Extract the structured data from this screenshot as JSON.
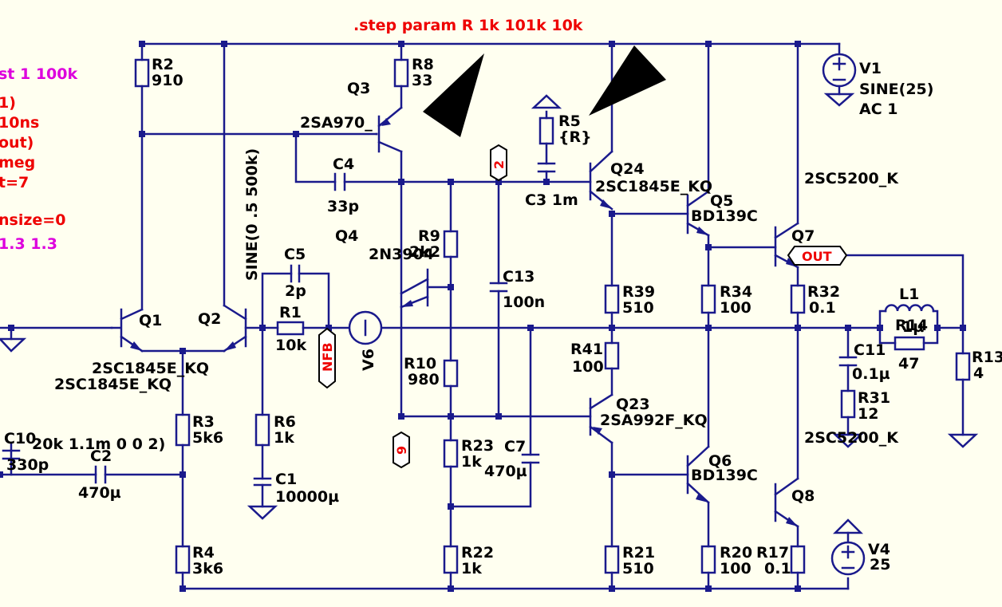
{
  "directives": {
    "step": ".step param R 1k 101k 10k",
    "left": [
      "st 1 100k",
      "1)",
      "10ns",
      "out)",
      "meg",
      "t=7",
      "nsize=0",
      "1.3 1.3"
    ]
  },
  "parts": {
    "R2": [
      "R2",
      "910"
    ],
    "R8": [
      "R8",
      "33"
    ],
    "R5": [
      "R5",
      "{R}"
    ],
    "R9": [
      "R9",
      "2k2"
    ],
    "R10": [
      "R10",
      "980"
    ],
    "R1": [
      "R1",
      "10k"
    ],
    "R6": [
      "R6",
      "1k"
    ],
    "R3": [
      "R3",
      "5k6"
    ],
    "R4": [
      "R4",
      "3k6"
    ],
    "R23": [
      "R23",
      "1k"
    ],
    "R22": [
      "R22",
      "1k"
    ],
    "R39": [
      "R39",
      "510"
    ],
    "R41": [
      "R41",
      "100"
    ],
    "R21": [
      "R21",
      "510"
    ],
    "R34": [
      "R34",
      "100"
    ],
    "R20": [
      "R20",
      "100"
    ],
    "R32": [
      "R32",
      "0.1"
    ],
    "R17": [
      "R17",
      "0.1"
    ],
    "R14": [
      "R14",
      "47"
    ],
    "R31": [
      "R31",
      "12"
    ],
    "R13": [
      "R13",
      "4"
    ],
    "C4": [
      "C4",
      "33p"
    ],
    "C5": [
      "C5",
      "2p"
    ],
    "C13": [
      "C13",
      "100n"
    ],
    "C1": [
      "C1",
      "10000µ"
    ],
    "C2": [
      "C2",
      "470µ"
    ],
    "C7": [
      "C7",
      "470µ"
    ],
    "C11": [
      "C11",
      "0.1µ"
    ],
    "C10": [
      "C10",
      "330p"
    ],
    "C3": "C3 1m",
    "L1": "L1",
    "L1b": "1µ",
    "Q1": [
      "Q1",
      "2SC1845E_KQ"
    ],
    "Q2": [
      "Q2",
      "2SC1845E_KQ"
    ],
    "Q3": [
      "Q3",
      "2SA970_"
    ],
    "Q4": [
      "Q4",
      "2N3904"
    ],
    "Q24": [
      "Q24",
      "2SC1845E_KQ"
    ],
    "Q5": [
      "Q5",
      "BD139C"
    ],
    "Q6": [
      "Q6",
      "BD139C"
    ],
    "Q7": [
      "Q7",
      "2SC5200_K"
    ],
    "Q8": [
      "Q8",
      "2SC5200_K"
    ],
    "Q23": [
      "Q23",
      "2SA992F_KQ"
    ],
    "V1": [
      "V1",
      "SINE(25)",
      "AC 1"
    ],
    "V4": [
      "V4",
      "25"
    ],
    "V6": "V6",
    "V6src": "SINE(0 .5 500k)",
    "C10src": "20k 1.1m 0 0 2)"
  },
  "flags": {
    "n2": "2",
    "n9": "9",
    "nfb": "NFB",
    "out": "OUT"
  },
  "colors": {
    "wire": "#1a1a8c",
    "text": "#000000",
    "directive": "#ee0000",
    "param": "#dd00dd",
    "background": "#fffff0"
  }
}
